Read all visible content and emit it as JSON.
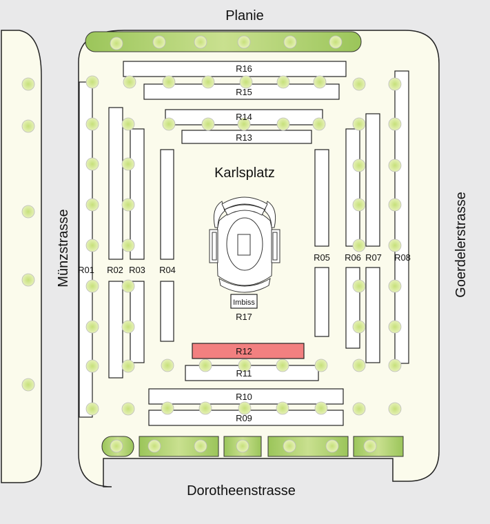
{
  "streets": {
    "top": "Planie",
    "bottom": "Dorotheenstrasse",
    "left": "Münzstrasse",
    "right": "Goerdelerstrasse"
  },
  "square_name": "Karlsplatz",
  "highlighted_stall": "R12",
  "colors": {
    "background": "#e9e9ea",
    "plaza": "#fbfbec",
    "tree": "#d8ea9c",
    "hedge": "#a9cc67",
    "highlight": "#f28080",
    "stall": "#ffffff"
  },
  "stalls": [
    {
      "id": "R16",
      "label": "R16"
    },
    {
      "id": "R15",
      "label": "R15"
    },
    {
      "id": "R14",
      "label": "R14"
    },
    {
      "id": "R13",
      "label": "R13"
    },
    {
      "id": "R12",
      "label": "R12"
    },
    {
      "id": "R11",
      "label": "R11"
    },
    {
      "id": "R10",
      "label": "R10"
    },
    {
      "id": "R09",
      "label": "R09"
    },
    {
      "id": "R01",
      "label": "R01"
    },
    {
      "id": "R02",
      "label": "R02"
    },
    {
      "id": "R03",
      "label": "R03"
    },
    {
      "id": "R04",
      "label": "R04"
    },
    {
      "id": "R05",
      "label": "R05"
    },
    {
      "id": "R06",
      "label": "R06"
    },
    {
      "id": "R07",
      "label": "R07"
    },
    {
      "id": "R08",
      "label": "R08"
    },
    {
      "id": "R17",
      "label": "R17"
    }
  ],
  "imbiss_label": "Imbiss"
}
